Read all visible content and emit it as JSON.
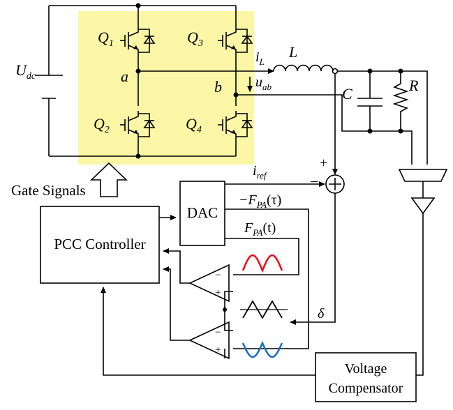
{
  "colors": {
    "gate_region": "#fbf7a6",
    "red_wave": "#e8141c",
    "blue_wave": "#1a6fc8",
    "wire": "#000000"
  },
  "labels": {
    "udc_main": "U",
    "udc_sub": "dc",
    "q1_main": "Q",
    "q1_sub": "1",
    "q2_main": "Q",
    "q2_sub": "2",
    "q3_main": "Q",
    "q3_sub": "3",
    "q4_main": "Q",
    "q4_sub": "4",
    "node_a": "a",
    "node_b": "b",
    "il_main": "i",
    "il_sub": "L",
    "inductor": "L",
    "uab_main": "u",
    "uab_sub": "ab",
    "capacitor": "C",
    "resistor": "R",
    "iref_main": "i",
    "iref_sub": "ref",
    "plus_sign": "+",
    "minus_sign": "−",
    "fpa_tau": "−F",
    "fpa_tau_sub": "PA",
    "fpa_tau_arg": "(τ)",
    "fpa_t": "F",
    "fpa_t_sub": "PA",
    "fpa_t_arg": "(t)",
    "delta": "δ",
    "gate_signals": "Gate Signals",
    "dac": "DAC",
    "pcc_controller": "PCC Controller",
    "voltage_compensator_line1": "Voltage",
    "voltage_compensator_line2": "Compensator",
    "comp1_minus": "−",
    "comp1_plus": "+",
    "comp2_minus": "−",
    "comp2_plus": "+"
  }
}
